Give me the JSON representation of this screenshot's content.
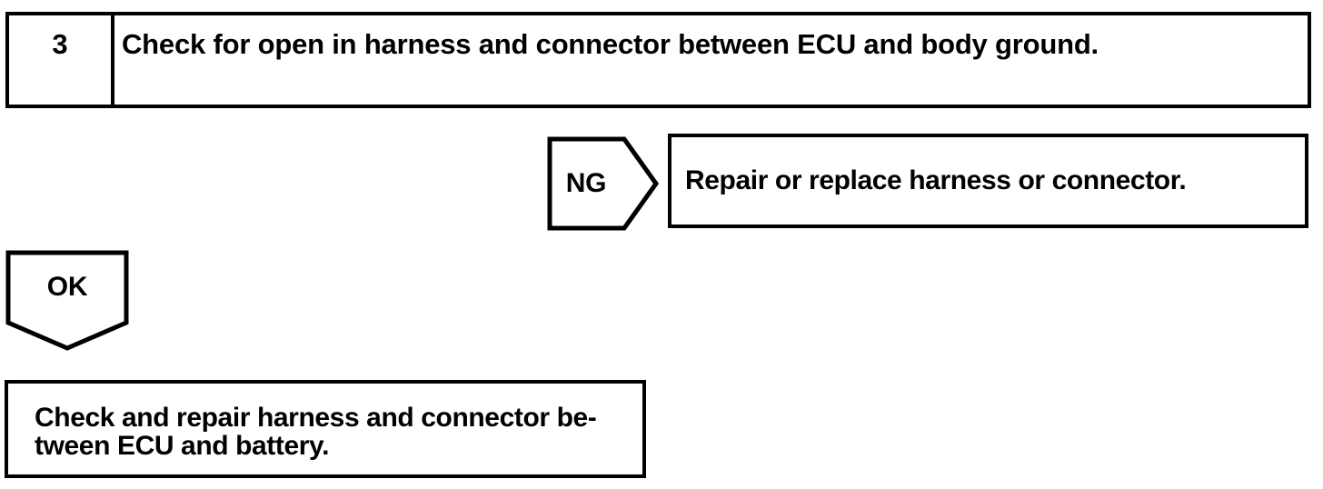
{
  "flowchart": {
    "step": {
      "number": "3",
      "instruction": "Check for open in harness and connector between ECU and body ground."
    },
    "ng_branch": {
      "label": "NG",
      "shape": "pentagon-arrow-right",
      "action": "Repair or replace harness or connector."
    },
    "ok_branch": {
      "label": "OK",
      "shape": "pentagon-arrow-down",
      "action_line1": "Check and repair harness and connector be-",
      "action_line2": "tween ECU and battery."
    },
    "colors": {
      "ink": "#000000",
      "paper": "#ffffff"
    }
  }
}
